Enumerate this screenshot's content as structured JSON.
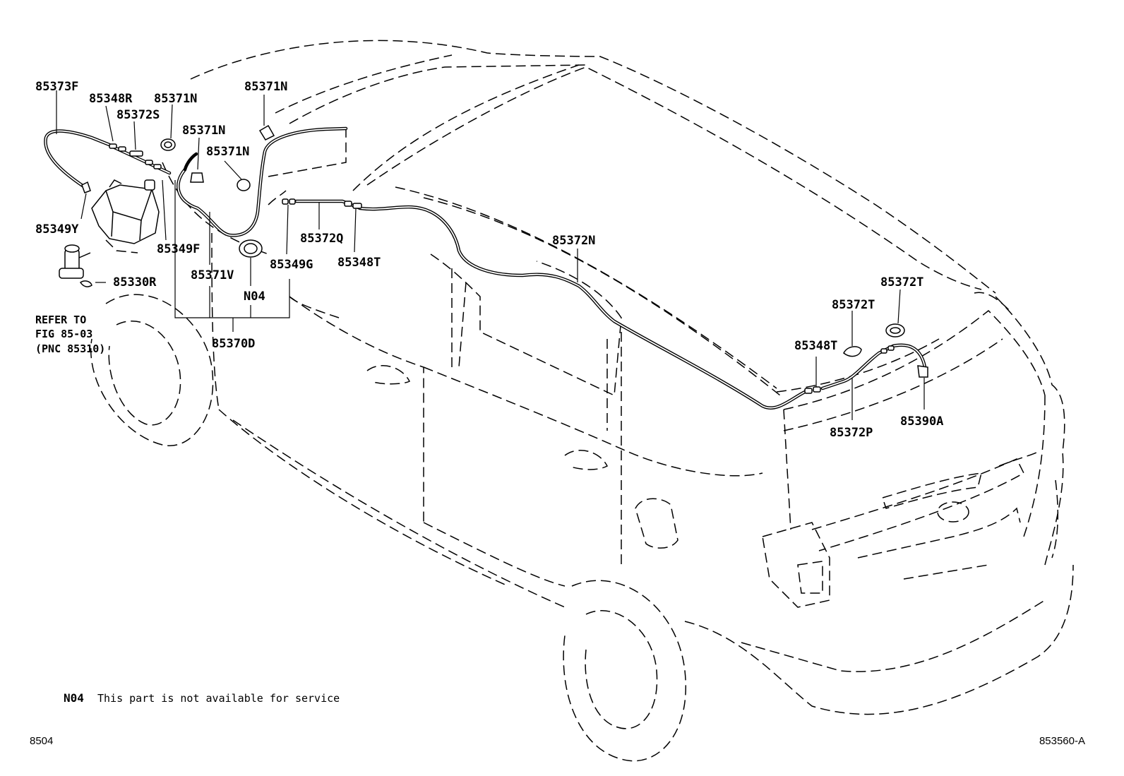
{
  "labels": {
    "p85373F": "85373F",
    "p85348R": "85348R",
    "p85372S": "85372S",
    "p85371N_a": "85371N",
    "p85371N_b": "85371N",
    "p85371N_c": "85371N",
    "p85371N_d": "85371N",
    "p85349Y": "85349Y",
    "p85349F": "85349F",
    "p85371V": "85371V",
    "p85349G": "85349G",
    "p85372Q": "85372Q",
    "p85348T_a": "85348T",
    "pN04": "N04",
    "p85330R": "85330R",
    "p85370D": "85370D",
    "p85372N": "85372N",
    "p85372T_a": "85372T",
    "p85372T_b": "85372T",
    "p85348T_b": "85348T",
    "p85390A": "85390A",
    "p85372P": "85372P"
  },
  "refer": {
    "line1": "REFER TO",
    "line2": "FIG 85-03",
    "line3": "(PNC 85310)"
  },
  "note": {
    "code": "N04",
    "text": "This part is not available for service"
  },
  "corner": {
    "left": "8504",
    "right": "853560-A"
  }
}
